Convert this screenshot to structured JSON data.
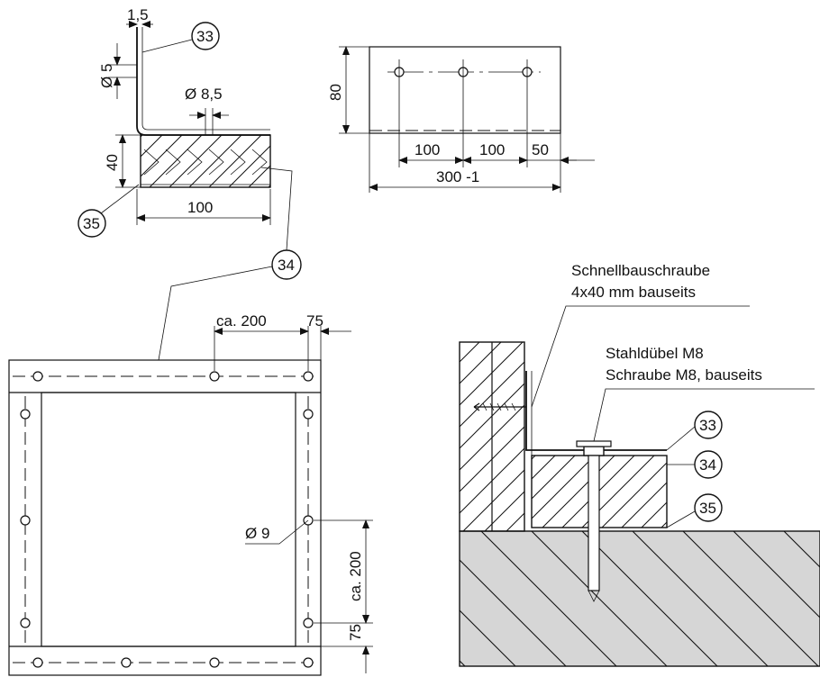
{
  "views": {
    "section": {
      "dims": {
        "thickness": "1,5",
        "hole": "Ø 5",
        "screw_hole": "Ø 8,5",
        "height": "40",
        "width": "100"
      }
    },
    "flange_elevation": {
      "dims": {
        "height": "80",
        "pitch1": "100",
        "pitch2": "100",
        "edge": "50",
        "length": "300 -1"
      }
    },
    "plan": {
      "dims": {
        "spacing_h": "ca. 200",
        "edge_h": "75",
        "hole": "Ø 9",
        "spacing_v": "ca. 200",
        "edge_v": "75"
      }
    },
    "install": {
      "screw_label_line1": "Schnellbauschraube",
      "screw_label_line2": "4x40 mm bauseits",
      "anchor_label_line1": "Stahldübel M8",
      "anchor_label_line2": "Schraube M8, bauseits"
    }
  },
  "callouts": {
    "c33": "33",
    "c34": "34",
    "c35": "35"
  }
}
